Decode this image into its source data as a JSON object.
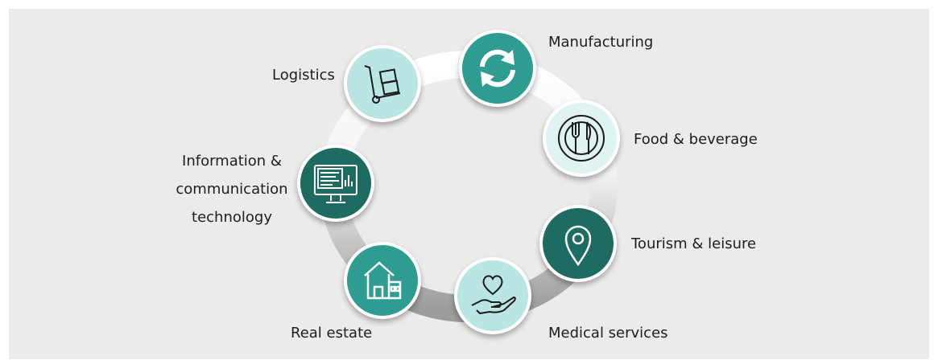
{
  "sectors": [
    {
      "label": "Manufacturing",
      "icon": "recycle-arrows-icon"
    },
    {
      "label": "Food & beverage",
      "icon": "plate-fork-knife-icon"
    },
    {
      "label": "Tourism & leisure",
      "icon": "location-pin-icon"
    },
    {
      "label": "Medical services",
      "icon": "hand-heart-icon"
    },
    {
      "label": "Real estate",
      "icon": "house-icon"
    },
    {
      "label": "Information & communication technology",
      "icon": "computer-monitor-icon"
    },
    {
      "label": "Logistics",
      "icon": "hand-truck-icon"
    }
  ],
  "colors": {
    "dark": "#1e6b61",
    "teal": "#2e9c90",
    "light": "#b9e6e3",
    "pale": "#dff3f2",
    "background": "#ebebeb"
  }
}
